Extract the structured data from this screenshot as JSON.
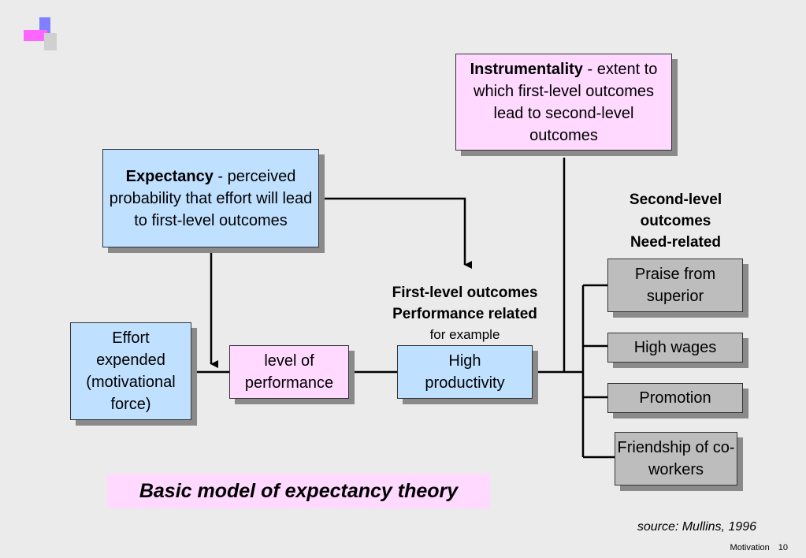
{
  "instrumentality": {
    "term": "Instrumentality",
    "rest": " - extent to which first-level outcomes lead to second-level outcomes"
  },
  "expectancy": {
    "term": "Expectancy",
    "rest": " - perceived probability that effort will lead to first-level outcomes"
  },
  "effort": "Effort expended (motivational force)",
  "performance": "level of performance",
  "productivity": "High productivity",
  "first_level": {
    "line1": "First-level outcomes",
    "line2": "Performance related",
    "line3": "for example"
  },
  "second_level": {
    "line1": "Second-level",
    "line2": "outcomes",
    "line3": "Need-related"
  },
  "outcomes": [
    "Praise from superior",
    "High wages",
    "Promotion",
    "Friendship of co-workers"
  ],
  "caption": "Basic model of expectancy theory",
  "source": "source: Mullins, 1996",
  "footer": {
    "label": "Motivation",
    "page": "10"
  },
  "colors": {
    "blue": "#bfe0ff",
    "pink": "#ffd9ff",
    "grey": "#bdbdbd",
    "caption_bg": "#ffd9ff"
  }
}
